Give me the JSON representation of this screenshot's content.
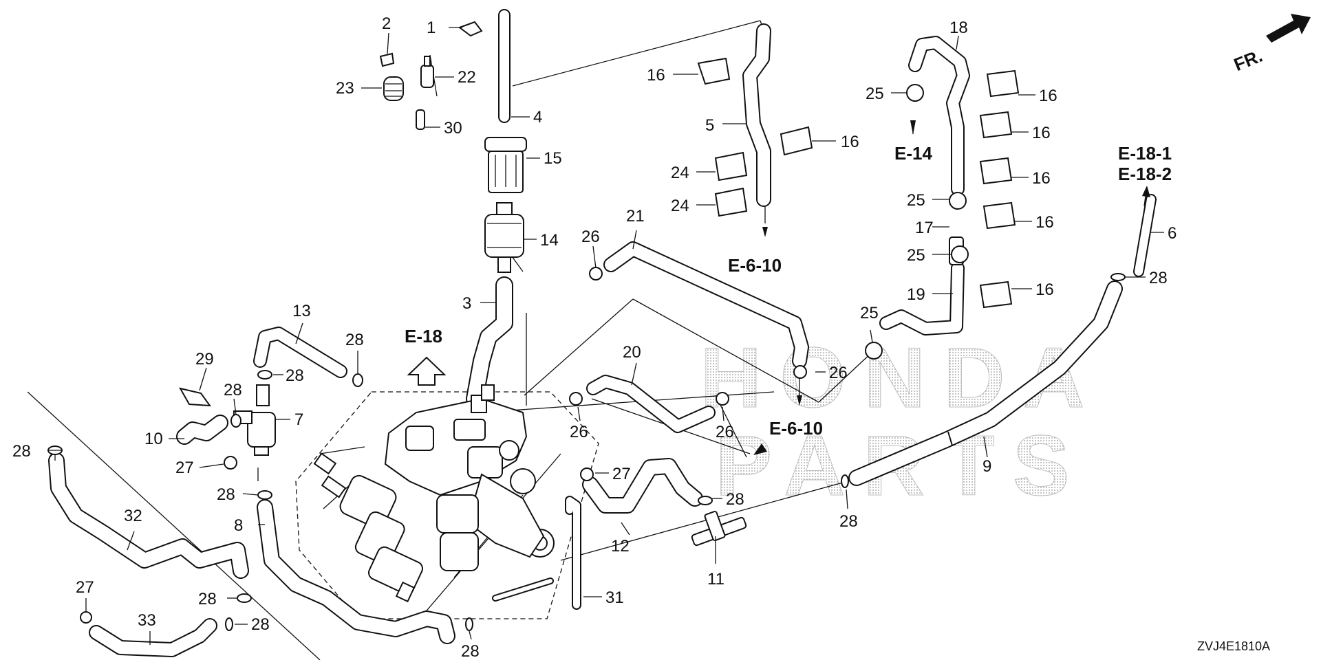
{
  "watermark": {
    "line1": "HONDA",
    "line2": "PARTS"
  },
  "direction_label": "FR.",
  "diagram_code": "ZVJ4E1810A",
  "references": [
    {
      "id": "ref-e18",
      "text": "E-18"
    },
    {
      "id": "ref-e14",
      "text": "E-14"
    },
    {
      "id": "ref-e6-10-top",
      "text": "E-6-10"
    },
    {
      "id": "ref-e6-10-mid",
      "text": "E-6-10"
    },
    {
      "id": "ref-e18-1",
      "text": "E-18-1"
    },
    {
      "id": "ref-e18-2",
      "text": "E-18-2"
    }
  ],
  "callouts": [
    "1",
    "2",
    "23",
    "22",
    "30",
    "4",
    "15",
    "14",
    "3",
    "16",
    "5",
    "16",
    "24",
    "24",
    "18",
    "25",
    "16",
    "16",
    "16",
    "16",
    "25",
    "17",
    "25",
    "19",
    "16",
    "6",
    "28",
    "21",
    "26",
    "13",
    "28",
    "28",
    "29",
    "28",
    "7",
    "10",
    "27",
    "28",
    "20",
    "26",
    "26",
    "26",
    "25",
    "28",
    "8",
    "32",
    "28",
    "27",
    "12",
    "28",
    "11",
    "9",
    "31",
    "28",
    "27",
    "33",
    "28",
    "28",
    "28"
  ]
}
